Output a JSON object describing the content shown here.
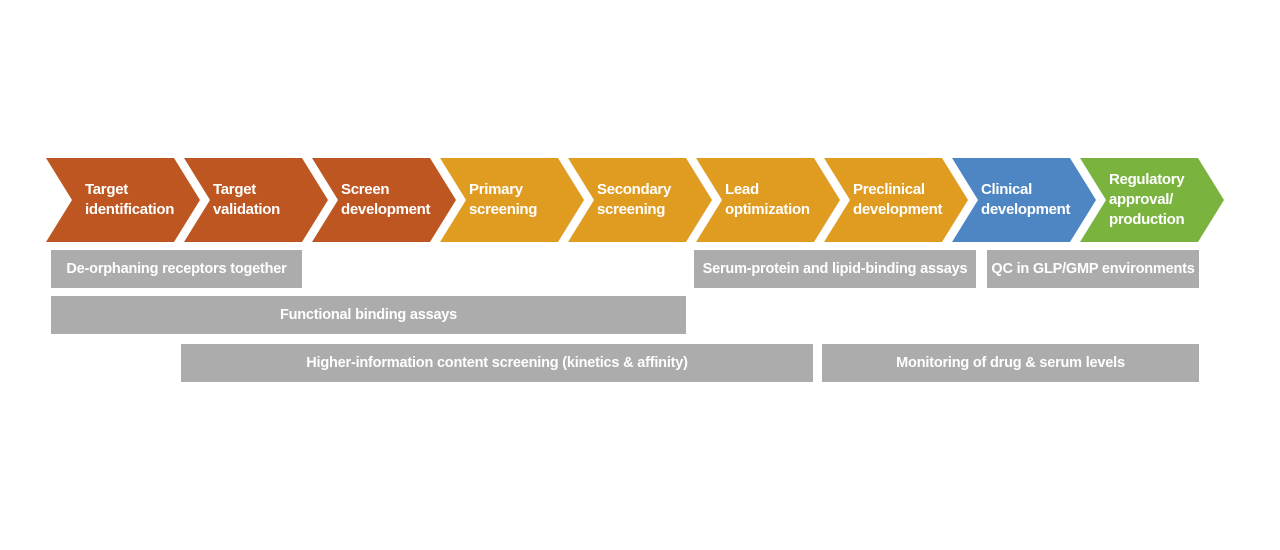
{
  "diagram": {
    "type": "process-flow",
    "description": "Drug discovery and development pipeline with supporting assay activities"
  },
  "colors": {
    "stage_early": "#be5622",
    "stage_mid": "#e09c20",
    "stage_clinical": "#4e86c4",
    "stage_regulatory": "#7ab43f",
    "activity_bar": "#acacac",
    "text": "#ffffff"
  },
  "stages": [
    {
      "label": "Target identification",
      "lines": [
        "Target",
        "identification",
        ""
      ],
      "color": "#be5622"
    },
    {
      "label": "Target validation",
      "lines": [
        "Target",
        "validation",
        ""
      ],
      "color": "#be5622"
    },
    {
      "label": "Screen development",
      "lines": [
        "Screen",
        "development",
        ""
      ],
      "color": "#be5622"
    },
    {
      "label": "Primary screening",
      "lines": [
        "Primary",
        "screening",
        ""
      ],
      "color": "#e09c20"
    },
    {
      "label": "Secondary screening",
      "lines": [
        "Secondary",
        "screening",
        ""
      ],
      "color": "#e09c20"
    },
    {
      "label": "Lead optimization",
      "lines": [
        "Lead",
        "optimization",
        ""
      ],
      "color": "#e09c20"
    },
    {
      "label": "Preclinical development",
      "lines": [
        "Preclinical",
        "development",
        ""
      ],
      "color": "#e09c20"
    },
    {
      "label": "Clinical development",
      "lines": [
        "Clinical",
        "development",
        ""
      ],
      "color": "#4e86c4"
    },
    {
      "label": "Regulatory approval/production",
      "lines": [
        "Regulatory",
        "approval/",
        "production"
      ],
      "color": "#7ab43f"
    }
  ],
  "bars": [
    {
      "label": "De-orphaning receptors together"
    },
    {
      "label": "Serum-protein and lipid-binding assays"
    },
    {
      "label": "QC in GLP/GMP environments"
    },
    {
      "label": "Functional binding assays"
    },
    {
      "label": "Higher-information content screening (kinetics & affinity)"
    },
    {
      "label": "Monitoring of drug & serum levels"
    }
  ]
}
